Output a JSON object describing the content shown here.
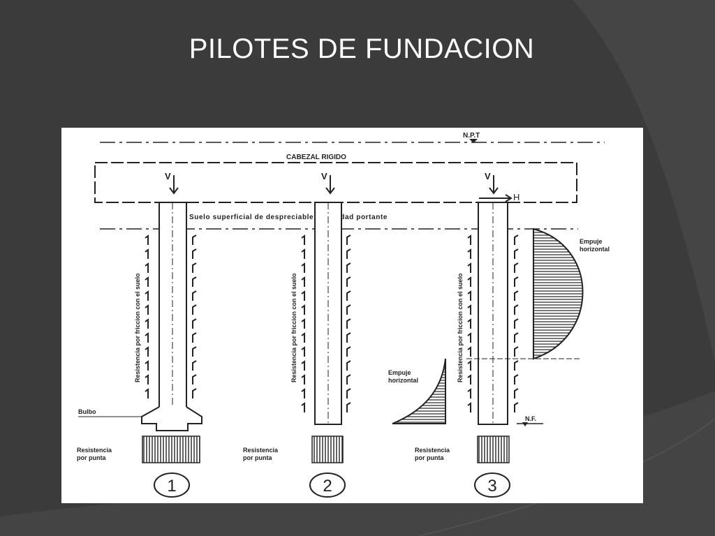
{
  "slide": {
    "title": "PILOTES DE FUNDACION"
  },
  "diagram": {
    "npt_label": "N.P.T",
    "cap_label": "CABEZAL RIGIDO",
    "soil_label": "Suelo superficial de despreciable capasidad portante",
    "load_vertical": "V",
    "load_horizontal": "H",
    "friction_label": "Resistencia por friccion con el suelo",
    "point_label_line1": "Resistencia",
    "point_label_line2": "por punta",
    "bulb_label": "Bulbo",
    "thrust_line1": "Empuje",
    "thrust_line2": "horizontal",
    "water_table_label": "N.F.",
    "pile_numbers": [
      "1",
      "2",
      "3"
    ]
  },
  "colors": {
    "background": "#3b3b3b",
    "decor": "#4a4a4a",
    "title": "#ffffff",
    "paper": "#ffffff",
    "ink": "#222222"
  }
}
